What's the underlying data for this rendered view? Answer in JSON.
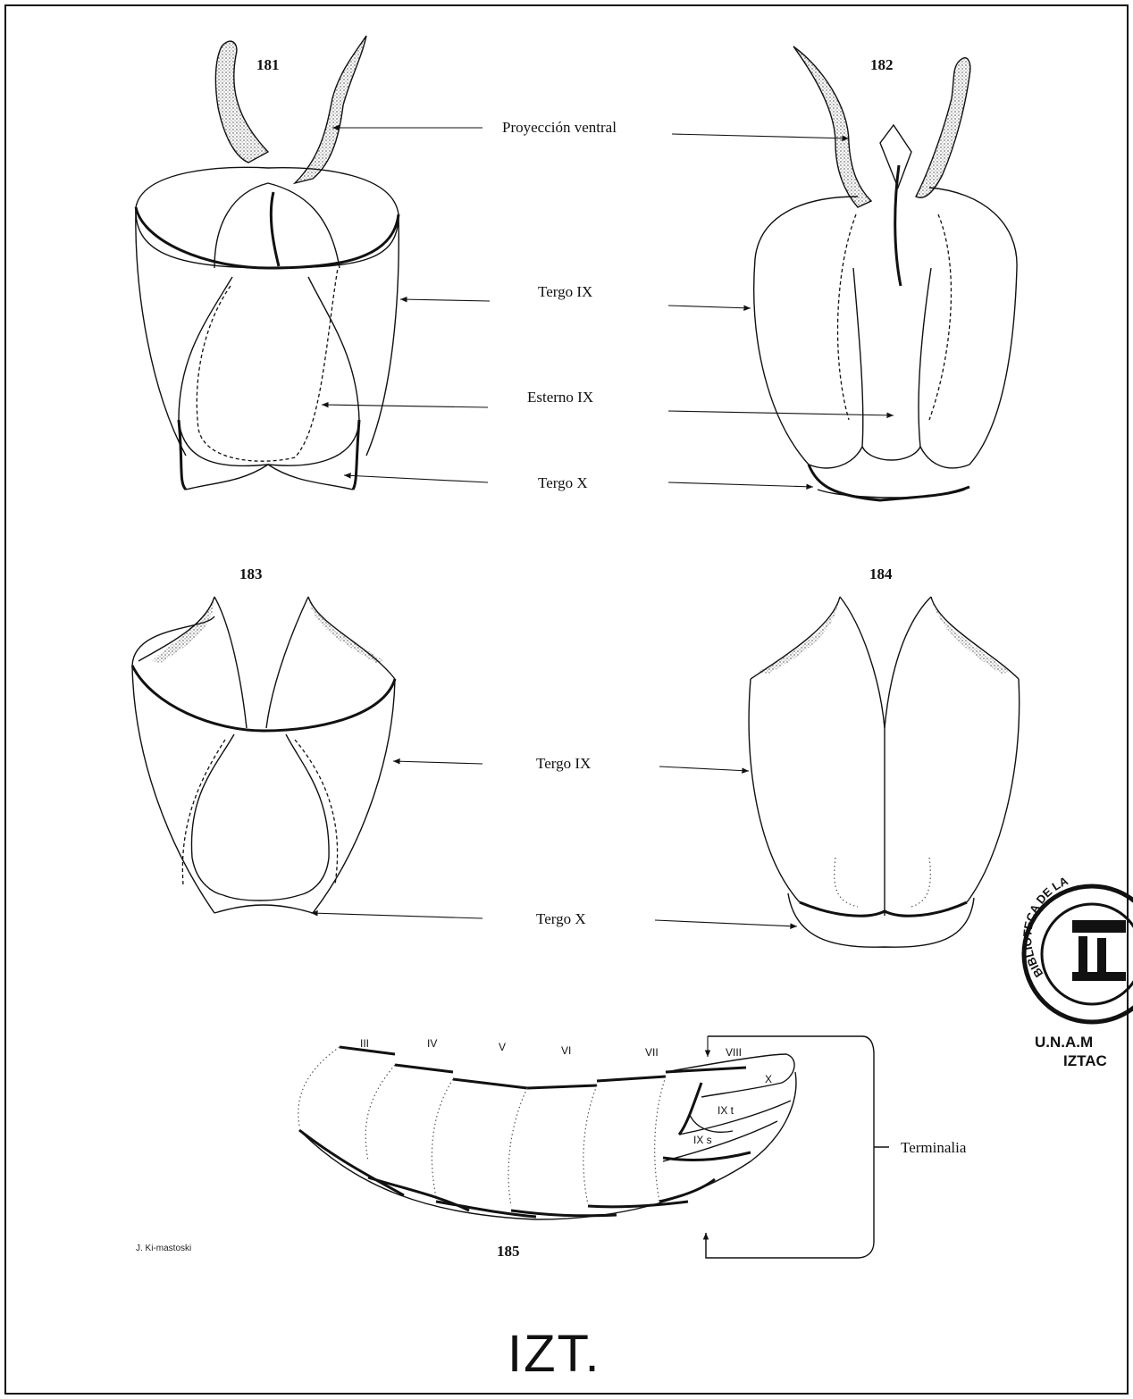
{
  "figures": {
    "fig181": "181",
    "fig182": "182",
    "fig183": "183",
    "fig184": "184",
    "fig185": "185"
  },
  "labels_top": {
    "ventral": "Proyección ventral",
    "tergo_ix": "Tergo IX",
    "esterno_ix": "Esterno IX",
    "tergo_x": "Tergo X"
  },
  "labels_middle": {
    "tergo_ix": "Tergo IX",
    "tergo_x": "Tergo X"
  },
  "segments": [
    "III",
    "IV",
    "V",
    "VI",
    "VII",
    "VIII"
  ],
  "segment_inner": {
    "x": "X",
    "ix_t": "IX t",
    "ix_s": "IX s"
  },
  "terminalia": "Terminalia",
  "signature": "J. Ki-mastoski",
  "logo": "IZT.",
  "stamp": {
    "ring": "BIBLIOTECA DE LA",
    "line1": "U.N.A.M",
    "line2": "IZTAC"
  }
}
